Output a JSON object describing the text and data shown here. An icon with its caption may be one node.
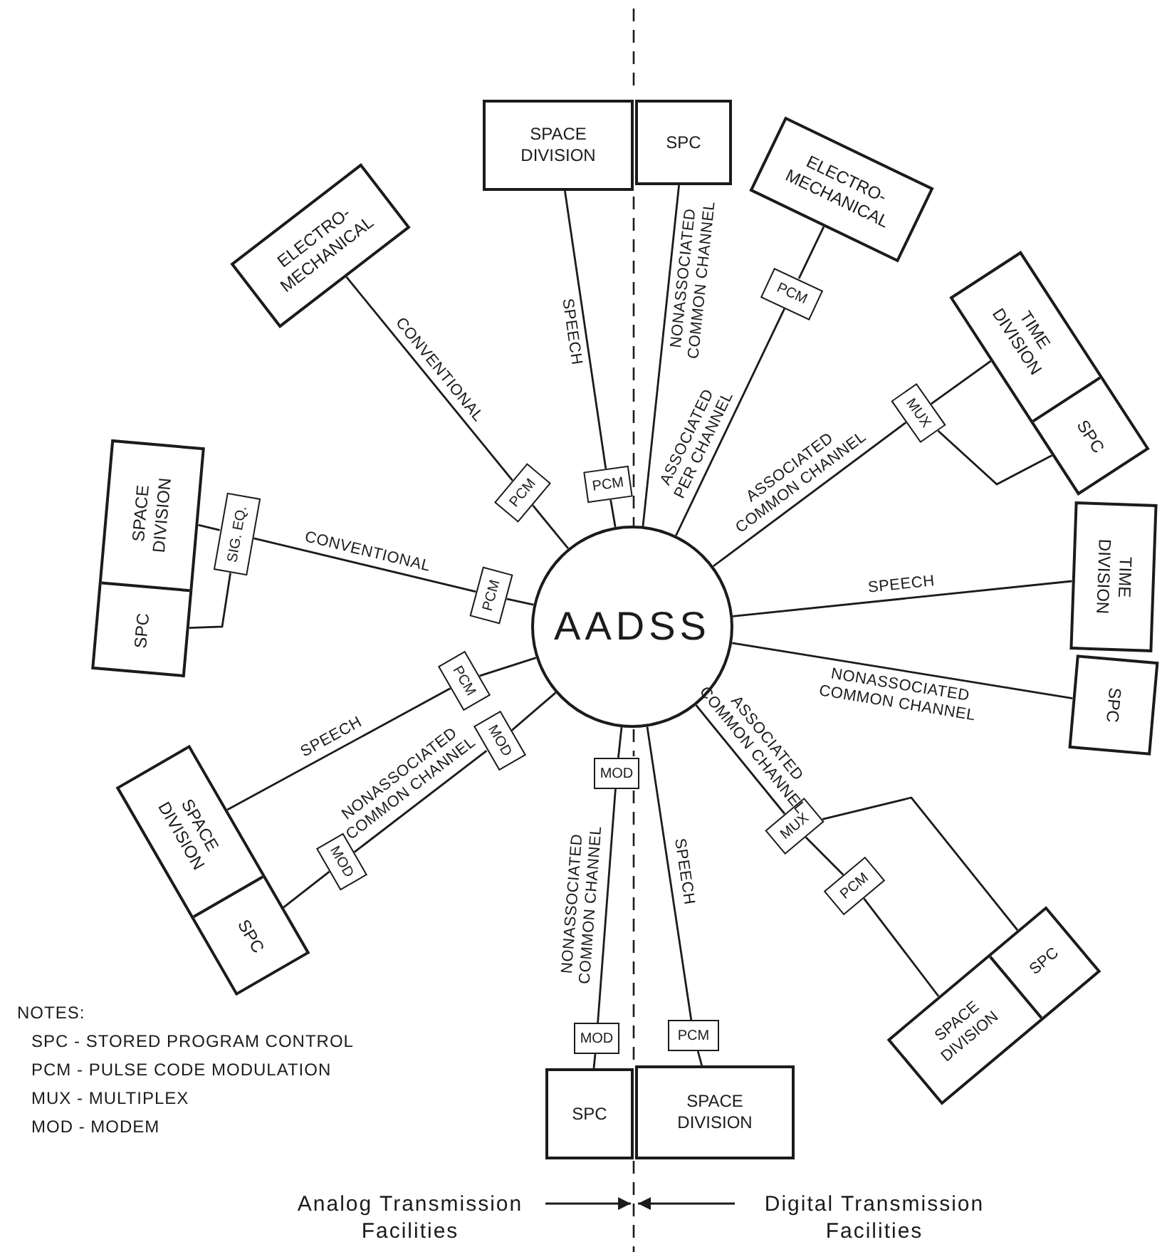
{
  "diagram": {
    "nodes": [
      {
        "text": [
          "AADSS"
        ]
      },
      {
        "text": [
          "SPACE DIVISION"
        ]
      },
      {
        "text": [
          "SPC"
        ]
      },
      {
        "text": [
          "PCM"
        ]
      },
      {
        "text": [
          "ELECTRO-MECHANICAL"
        ]
      },
      {
        "text": [
          "PCM"
        ]
      },
      {
        "text": [
          "TIME DIVISION",
          "SPC"
        ]
      },
      {
        "text": [
          "MUX"
        ]
      },
      {
        "text": [
          "TIME DIVISION"
        ]
      },
      {
        "text": [
          "SPC"
        ]
      },
      {
        "text": [
          "SPACE DIVISION",
          "SPC"
        ]
      },
      {
        "text": [
          "MUX"
        ]
      },
      {
        "text": [
          "PCM"
        ]
      },
      {
        "text": [
          "SPC"
        ]
      },
      {
        "text": [
          "SPACE DIVISION"
        ]
      },
      {
        "text": [
          "MOD"
        ]
      },
      {
        "text": [
          "MOD"
        ]
      },
      {
        "text": [
          "PCM"
        ]
      },
      {
        "text": [
          "SPACE DIVISION",
          "SPC"
        ]
      },
      {
        "text": [
          "PCM"
        ]
      },
      {
        "text": [
          "MOD"
        ]
      },
      {
        "text": [
          "MOD"
        ]
      },
      {
        "text": [
          "SPACE DIVISION",
          "SPC"
        ]
      },
      {
        "text": [
          "SIG. EQ."
        ]
      },
      {
        "text": [
          "PCM"
        ]
      },
      {
        "text": [
          "ELECTRO-MECHANICAL"
        ]
      },
      {
        "text": [
          "PCM"
        ]
      },
      {
        "text": [
          "Analog Transmission Facilities"
        ]
      },
      {
        "text": [
          "Digital Transmission Facilities"
        ]
      }
    ],
    "edges": [
      {
        "from": 1,
        "to": 3,
        "arrow": "none",
        "label": "SPEECH"
      },
      {
        "from": 3,
        "to": 0,
        "arrow": "none"
      },
      {
        "from": 2,
        "to": 0,
        "arrow": "none",
        "label": "NONASSOCIATED COMMON CHANNEL"
      },
      {
        "from": 4,
        "to": 5,
        "arrow": "none"
      },
      {
        "from": 5,
        "to": 0,
        "arrow": "none",
        "label": "ASSOCIATED PER CHANNEL"
      },
      {
        "from": 6,
        "to": 7,
        "arrow": "none"
      },
      {
        "from": 6,
        "to": 7,
        "arrow": "none"
      },
      {
        "from": 7,
        "to": 0,
        "arrow": "none",
        "label": "ASSOCIATED COMMON CHANNEL"
      },
      {
        "from": 0,
        "to": 8,
        "arrow": "none",
        "label": "SPEECH"
      },
      {
        "from": 0,
        "to": 9,
        "arrow": "none",
        "label": "NONASSOCIATED COMMON CHANNEL"
      },
      {
        "from": 0,
        "to": 11,
        "arrow": "none",
        "label": "ASSOCIATED COMMON CHANNEL"
      },
      {
        "from": 11,
        "to": 12,
        "arrow": "none"
      },
      {
        "from": 12,
        "to": 10,
        "arrow": "none"
      },
      {
        "from": 11,
        "to": 10,
        "arrow": "none"
      },
      {
        "from": 0,
        "to": 15,
        "arrow": "none"
      },
      {
        "from": 15,
        "to": 16,
        "arrow": "none",
        "label": "NONASSOCIATED COMMON CHANNEL"
      },
      {
        "from": 16,
        "to": 13,
        "arrow": "none"
      },
      {
        "from": 0,
        "to": 17,
        "arrow": "none",
        "label": "SPEECH"
      },
      {
        "from": 17,
        "to": 14,
        "arrow": "none"
      },
      {
        "from": 0,
        "to": 19,
        "arrow": "none"
      },
      {
        "from": 19,
        "to": 18,
        "arrow": "none",
        "label": "SPEECH"
      },
      {
        "from": 0,
        "to": 20,
        "arrow": "none"
      },
      {
        "from": 20,
        "to": 21,
        "arrow": "none",
        "label": "NONASSOCIATED COMMON CHANNEL"
      },
      {
        "from": 21,
        "to": 18,
        "arrow": "none"
      },
      {
        "from": 0,
        "to": 24,
        "arrow": "none"
      },
      {
        "from": 24,
        "to": 23,
        "arrow": "none",
        "label": "CONVENTIONAL"
      },
      {
        "from": 23,
        "to": 22,
        "arrow": "none"
      },
      {
        "from": 23,
        "to": 22,
        "arrow": "none"
      },
      {
        "from": 0,
        "to": 26,
        "arrow": "none"
      },
      {
        "from": 26,
        "to": 25,
        "arrow": "none",
        "label": "CONVENTIONAL"
      },
      {
        "from": 27,
        "to": null,
        "arrow": "to"
      },
      {
        "from": 28,
        "to": null,
        "arrow": "to"
      }
    ],
    "labels": [
      "NOTES:",
      "SPC - STORED PROGRAM CONTROL",
      "PCM - PULSE CODE MODULATION",
      "MUX - MULTIPLEX",
      "MOD - MODEM"
    ]
  }
}
